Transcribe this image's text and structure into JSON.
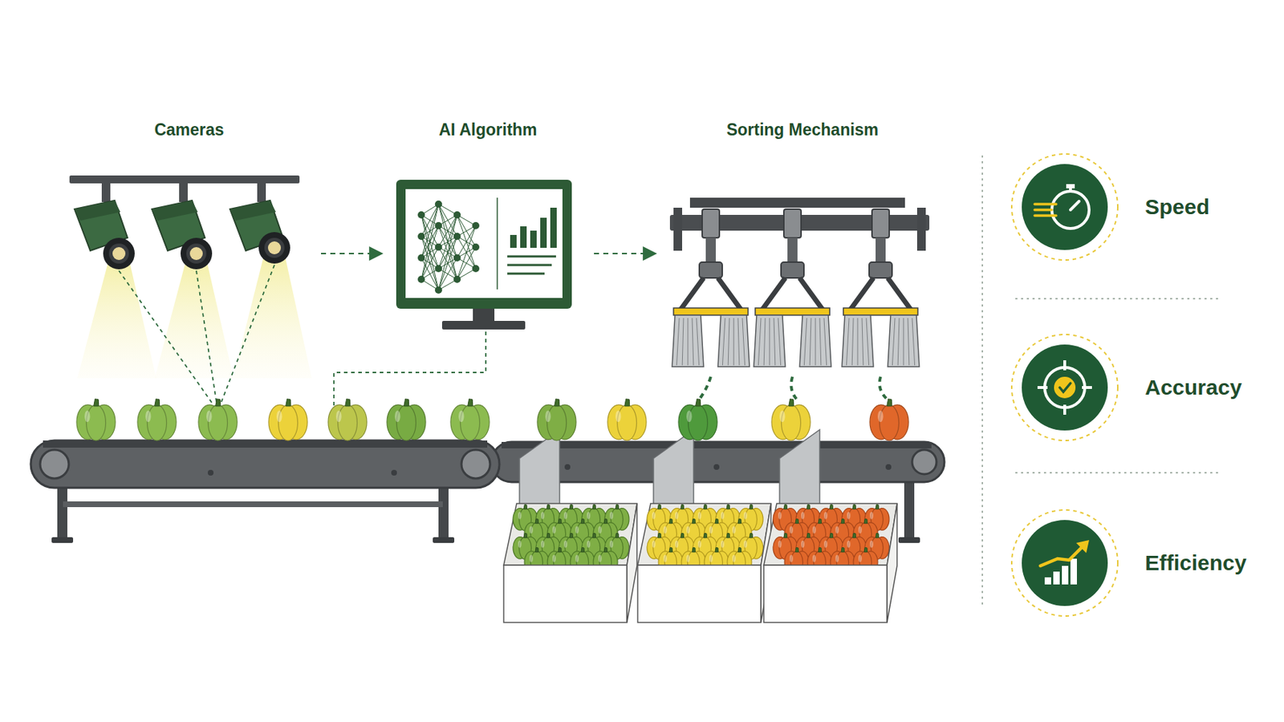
{
  "diagram": {
    "nodes": [
      {
        "text": [
          "Cameras"
        ]
      },
      {
        "text": [
          "AI Algorithm"
        ]
      },
      {
        "text": [
          "Sorting Mechanism"
        ]
      },
      {
        "text": [
          "Speed"
        ]
      },
      {
        "text": [
          "Accuracy"
        ]
      },
      {
        "text": [
          "Efficiency"
        ]
      }
    ],
    "edges": [
      {
        "from": 0,
        "to": 1,
        "arrow": "to"
      },
      {
        "from": 1,
        "to": 2,
        "arrow": "to"
      }
    ]
  }
}
